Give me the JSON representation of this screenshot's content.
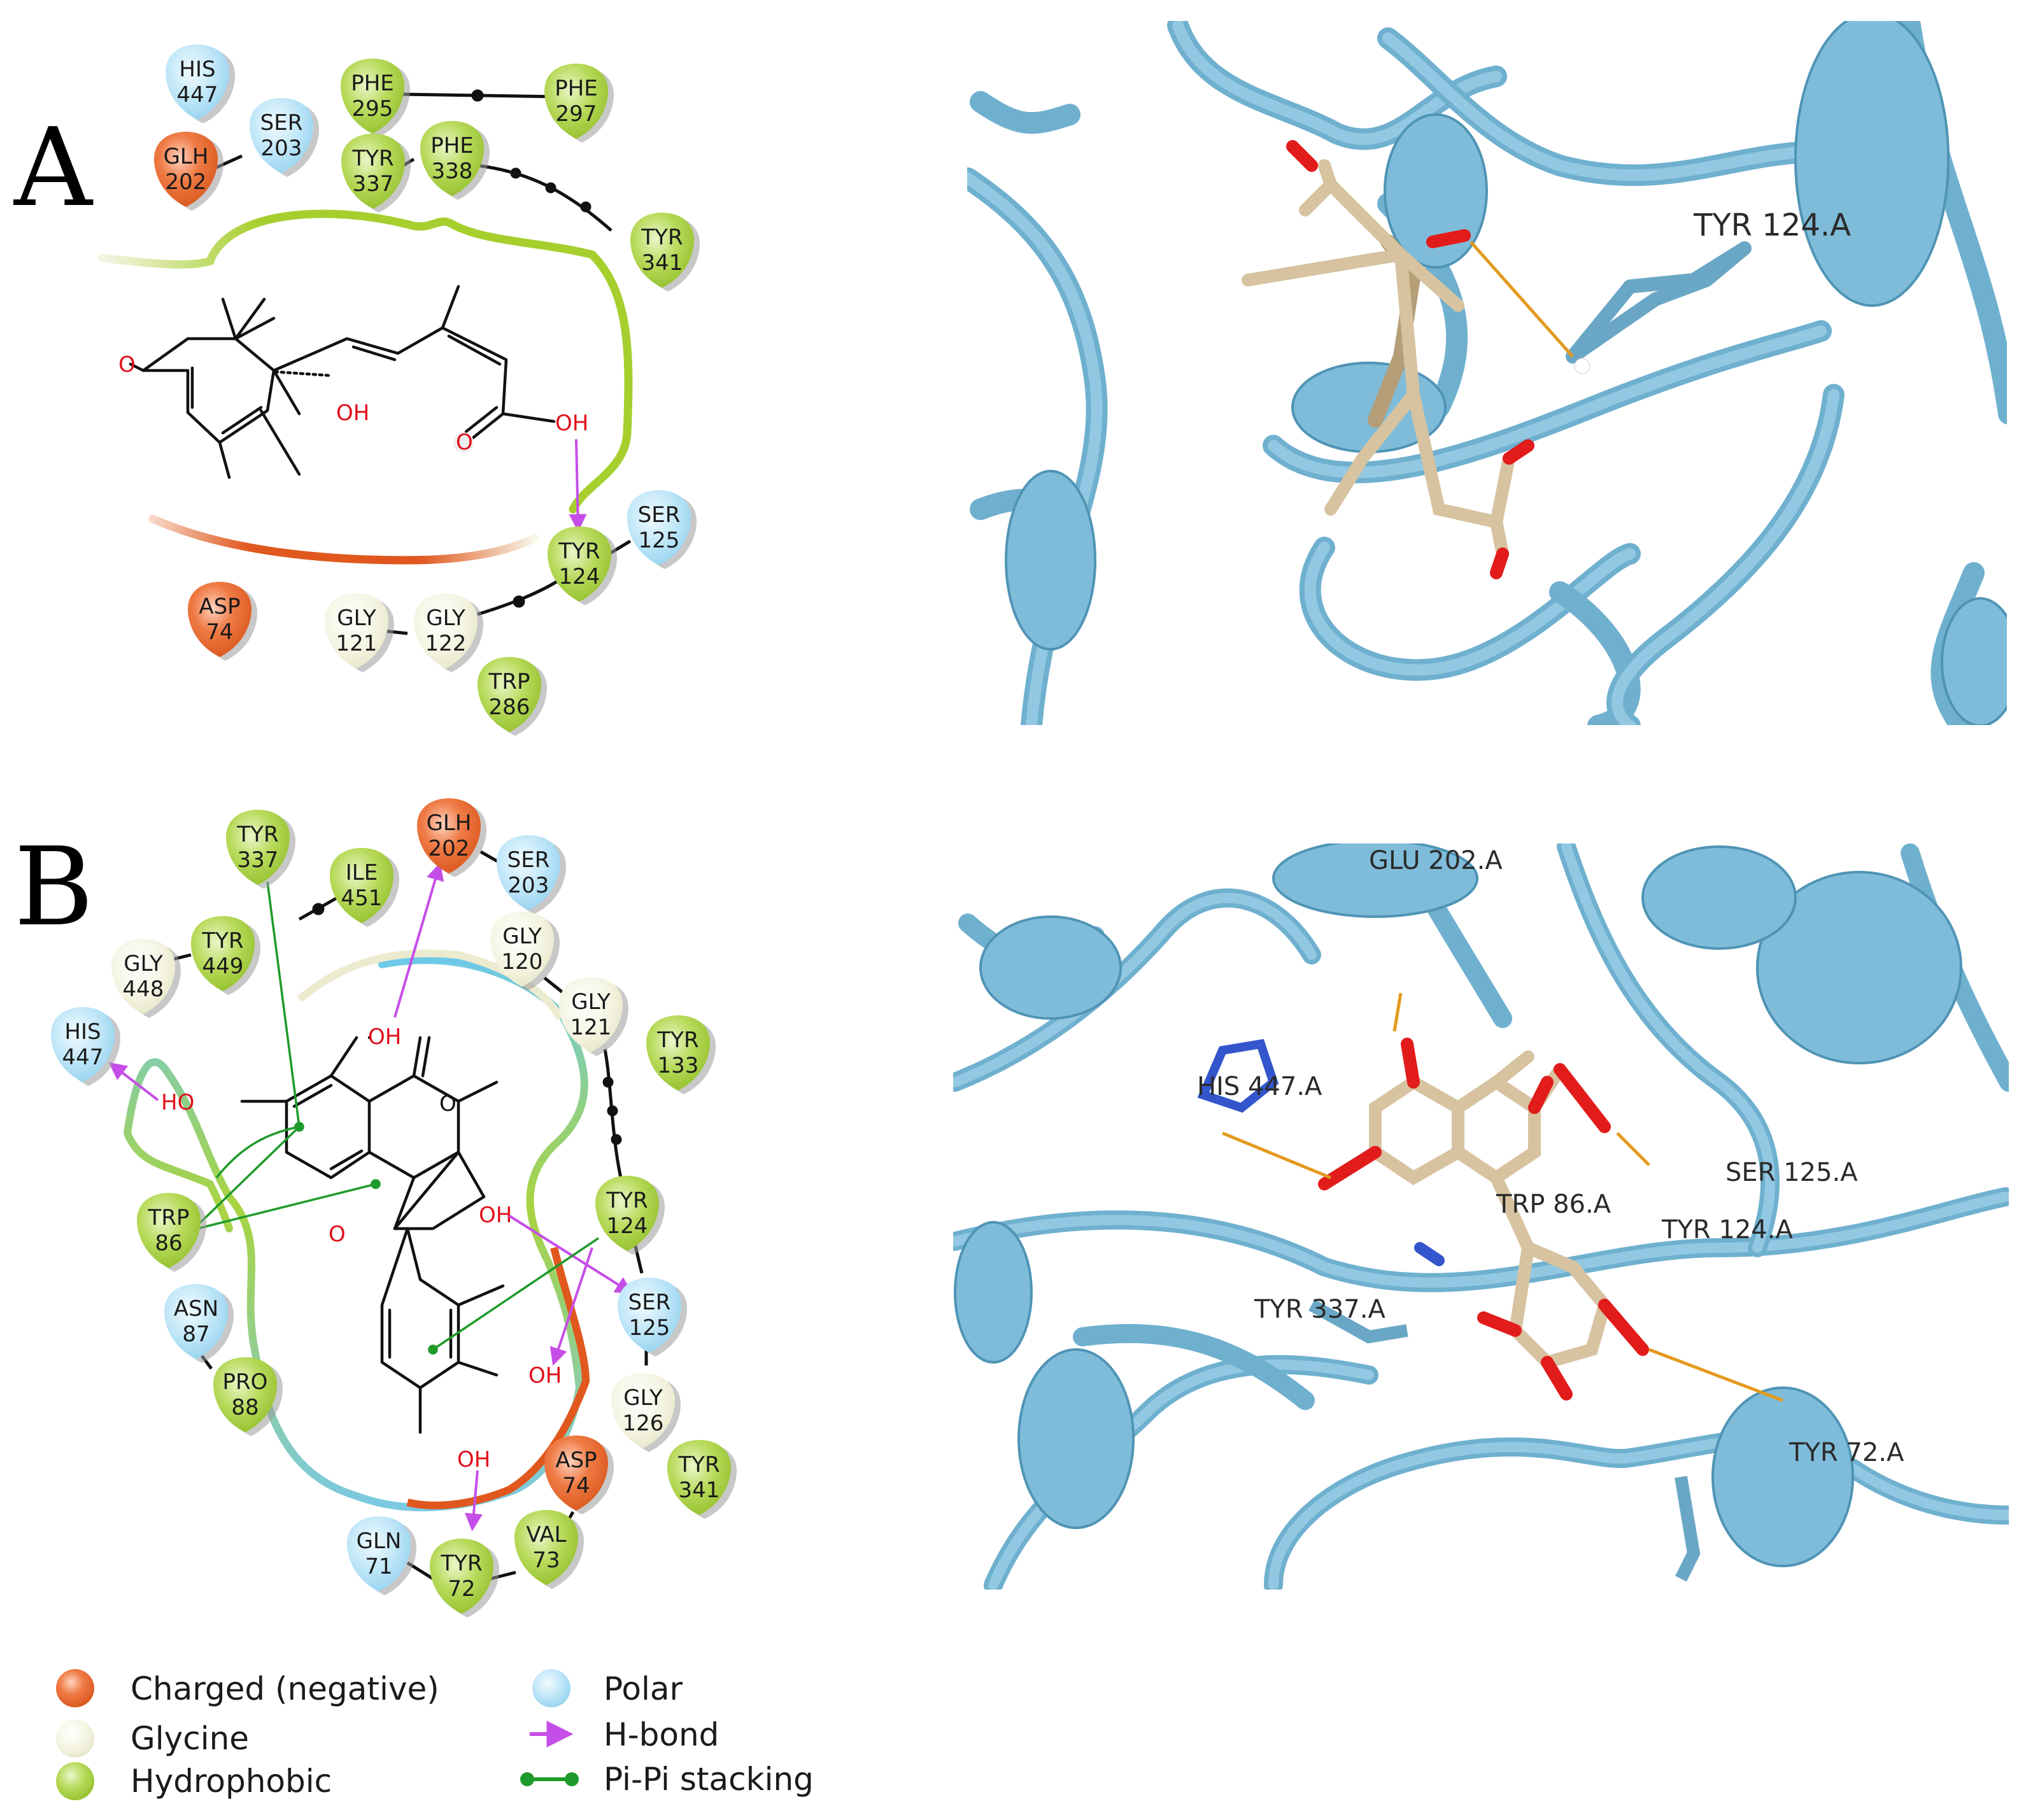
{
  "panels": {
    "A": {
      "letter": "A",
      "residues": [
        {
          "name": "HIS",
          "num": "447",
          "type": "polar"
        },
        {
          "name": "PHE",
          "num": "295",
          "type": "hydrophobic"
        },
        {
          "name": "PHE",
          "num": "297",
          "type": "hydrophobic"
        },
        {
          "name": "SER",
          "num": "203",
          "type": "polar"
        },
        {
          "name": "GLH",
          "num": "202",
          "type": "negative"
        },
        {
          "name": "TYR",
          "num": "337",
          "type": "hydrophobic"
        },
        {
          "name": "PHE",
          "num": "338",
          "type": "hydrophobic"
        },
        {
          "name": "TYR",
          "num": "341",
          "type": "hydrophobic"
        },
        {
          "name": "SER",
          "num": "125",
          "type": "polar"
        },
        {
          "name": "TYR",
          "num": "124",
          "type": "hydrophobic"
        },
        {
          "name": "ASP",
          "num": "74",
          "type": "negative"
        },
        {
          "name": "GLY",
          "num": "121",
          "type": "glycine"
        },
        {
          "name": "GLY",
          "num": "122",
          "type": "glycine"
        },
        {
          "name": "TRP",
          "num": "286",
          "type": "hydrophobic"
        }
      ],
      "atoms": {
        "o1": "O",
        "oh1": "OH",
        "o2": "O",
        "oh2": "OH"
      },
      "structure_label": "TYR 124.A"
    },
    "B": {
      "letter": "B",
      "residues": [
        {
          "name": "TYR",
          "num": "337",
          "type": "hydrophobic"
        },
        {
          "name": "GLH",
          "num": "202",
          "type": "negative"
        },
        {
          "name": "SER",
          "num": "203",
          "type": "polar"
        },
        {
          "name": "ILE",
          "num": "451",
          "type": "hydrophobic"
        },
        {
          "name": "TYR",
          "num": "449",
          "type": "hydrophobic"
        },
        {
          "name": "GLY",
          "num": "448",
          "type": "glycine"
        },
        {
          "name": "GLY",
          "num": "120",
          "type": "glycine"
        },
        {
          "name": "GLY",
          "num": "121",
          "type": "glycine"
        },
        {
          "name": "HIS",
          "num": "447",
          "type": "polar"
        },
        {
          "name": "TYR",
          "num": "133",
          "type": "hydrophobic"
        },
        {
          "name": "TRP",
          "num": "86",
          "type": "hydrophobic"
        },
        {
          "name": "TYR",
          "num": "124",
          "type": "hydrophobic"
        },
        {
          "name": "SER",
          "num": "125",
          "type": "polar"
        },
        {
          "name": "ASN",
          "num": "87",
          "type": "polar"
        },
        {
          "name": "PRO",
          "num": "88",
          "type": "hydrophobic"
        },
        {
          "name": "GLY",
          "num": "126",
          "type": "glycine"
        },
        {
          "name": "ASP",
          "num": "74",
          "type": "negative"
        },
        {
          "name": "TYR",
          "num": "341",
          "type": "hydrophobic"
        },
        {
          "name": "GLN",
          "num": "71",
          "type": "polar"
        },
        {
          "name": "VAL",
          "num": "73",
          "type": "hydrophobic"
        },
        {
          "name": "TYR",
          "num": "72",
          "type": "hydrophobic"
        }
      ],
      "atoms": {
        "oh_top": "OH",
        "ho_left": "HO",
        "o_ketone": "O",
        "oh_mid": "OH",
        "o_ring": "O",
        "oh_r1": "OH",
        "oh_r2": "OH"
      },
      "structure_labels": [
        "GLU 202.A",
        "HIS 447.A",
        "TRP 86.A",
        "SER 125.A",
        "TYR 124.A",
        "TYR 337.A",
        "TYR 72.A"
      ]
    }
  },
  "legend": {
    "items": [
      {
        "label": "Charged (negative)",
        "kind": "negative"
      },
      {
        "label": "Glycine",
        "kind": "glycine"
      },
      {
        "label": "Hydrophobic",
        "kind": "hydrophobic"
      },
      {
        "label": "Polar",
        "kind": "polar"
      },
      {
        "label": "H-bond",
        "kind": "hbond"
      },
      {
        "label": "Pi-Pi stacking",
        "kind": "pipi"
      }
    ]
  },
  "colors": {
    "negative": "#e8692f",
    "glycine": "#f2f2dc",
    "hydrophobic": "#a9d046",
    "polar": "#aee0f6",
    "hbond": "#c64ee8",
    "pipi": "#1e9a2a",
    "ribbon": "#7ab7d6",
    "ligand": "#d9c6a3"
  }
}
